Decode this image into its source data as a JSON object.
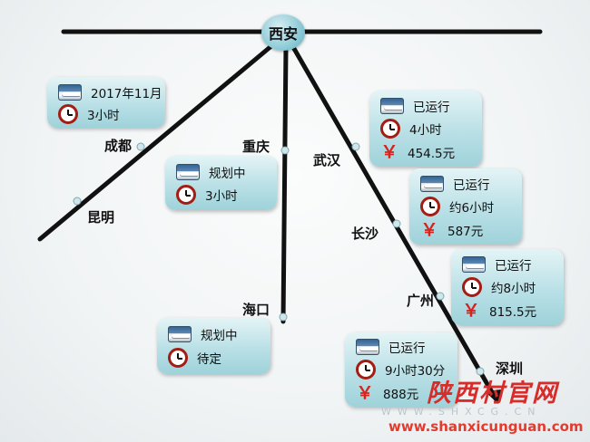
{
  "hub": "西安",
  "cities": {
    "chengdu": "成都",
    "kunming": "昆明",
    "chongqing": "重庆",
    "haikou": "海口",
    "wuhan": "武汉",
    "changsha": "长沙",
    "guangzhou": "广州",
    "shenzhen": "深圳"
  },
  "cards": {
    "chengdu": {
      "status": "2017年11月",
      "time": "3小时"
    },
    "chongqing": {
      "status": "规划中",
      "time": "3小时"
    },
    "haikou": {
      "status": "规划中",
      "time": "待定"
    },
    "wuhan": {
      "status": "已运行",
      "time": "4小时",
      "price": "454.5元"
    },
    "changsha": {
      "status": "已运行",
      "time": "约6小时",
      "price": "587元"
    },
    "guangzhou": {
      "status": "已运行",
      "time": "约8小时",
      "price": "815.5元"
    },
    "shenzhen": {
      "status": "已运行",
      "time": "9小时30分",
      "price": "888元"
    }
  },
  "icons": {
    "train": "train-icon",
    "clock": "clock-icon",
    "price": "yen-icon"
  },
  "yen_symbol": "￥",
  "colors": {
    "line": "#111111",
    "hub": "#8fcbd7",
    "card": "#b9e0e6",
    "clock": "#a31d14",
    "yen": "#d6231d",
    "watermark": "#d62c2a"
  },
  "watermark": {
    "name": "陕西村官网",
    "url": "www.shanxicunguan.com"
  }
}
